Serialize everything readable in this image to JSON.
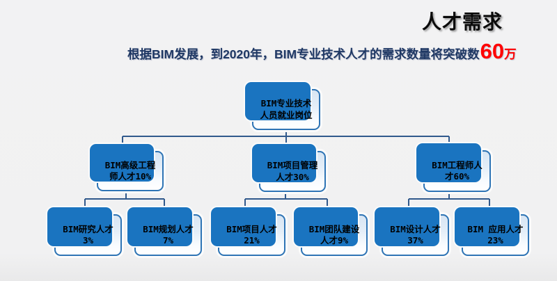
{
  "slide": {
    "title": "人才需求",
    "subtitle": {
      "prefix": "根据BIM发展，到2020年，BIM专业技术人才的需求数量将突破数",
      "highlight": "60",
      "suffix": "万"
    },
    "colors": {
      "background": "#f1f1f2",
      "subtitle_text": "#1f3864",
      "highlight_red": "#ff0000",
      "node_border": "#2e74b5",
      "node_fill_top": "#d7e5f3",
      "node_shadow_blue": "#1a74c0",
      "connector": "#30598c",
      "title_text": "#0a0a0a"
    }
  },
  "chart_data": {
    "type": "table",
    "title": "BIM专业技术人员就业岗位结构",
    "hierarchy_note": "organization-chart of BIM job categories with percentage shares"
  },
  "org_chart": {
    "root": {
      "label": "BIM专业技术\n人员就业岗位"
    },
    "level2": [
      {
        "label": "BIM高级工程\n师人才10%",
        "value_pct": 10,
        "children": [
          {
            "label": "BIM研究人才\n3%",
            "value_pct": 3
          },
          {
            "label": "BIM规划人才\n7%",
            "value_pct": 7
          }
        ]
      },
      {
        "label": "BIM项目管理\n人才30%",
        "value_pct": 30,
        "children": [
          {
            "label": "BIM项目人才\n21%",
            "value_pct": 21
          },
          {
            "label": "BIM团队建设\n人才9%",
            "value_pct": 9
          }
        ]
      },
      {
        "label": "BIM工程师人\n才60%",
        "value_pct": 60,
        "children": [
          {
            "label": "BIM设计人才\n37%",
            "value_pct": 37
          },
          {
            "label": "BIM 应用人才\n23%",
            "value_pct": 23
          }
        ]
      }
    ]
  }
}
